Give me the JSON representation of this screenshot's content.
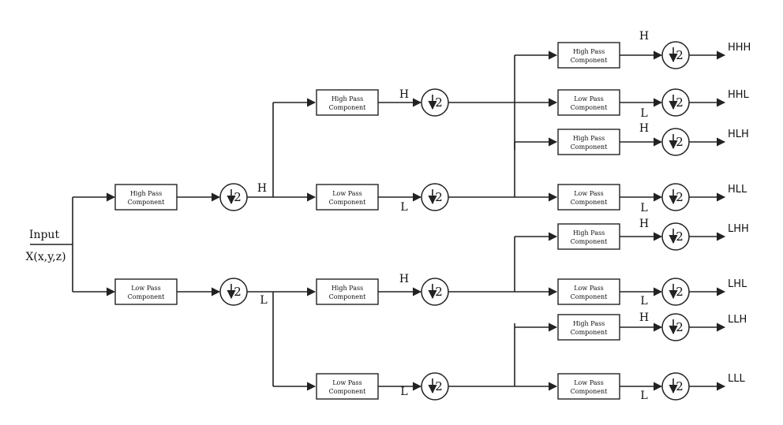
{
  "input": {
    "title": "Input",
    "signal": "X(x,y,z)"
  },
  "filters": {
    "high": [
      "High Pass",
      "Component"
    ],
    "low": [
      "Low Pass",
      "Component"
    ]
  },
  "downsample_label": "2",
  "branch_labels": {
    "high": "H",
    "low": "L"
  },
  "outputs": [
    "HHH",
    "HHL",
    "HLH",
    "HLL",
    "LHH",
    "LHL",
    "LLH",
    "LLL"
  ]
}
